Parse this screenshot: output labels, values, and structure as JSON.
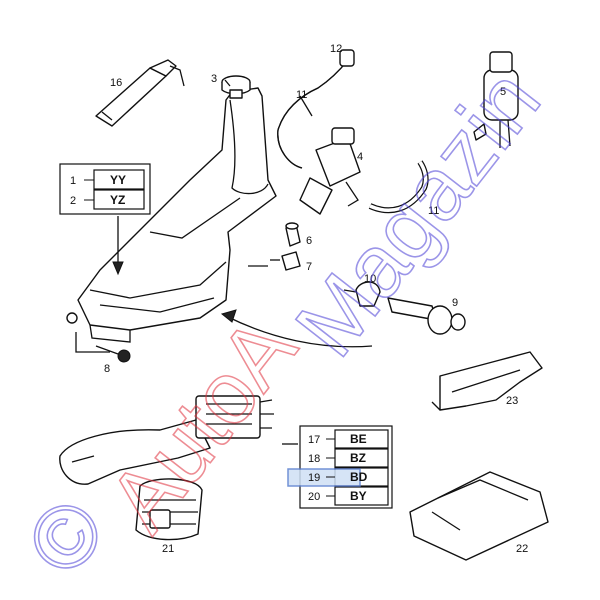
{
  "callouts": {
    "n1": "1",
    "n2": "2",
    "n3": "3",
    "n4": "4",
    "n5": "5",
    "n6": "6",
    "n7": "7",
    "n8": "8",
    "n9": "9",
    "n10": "10",
    "n11a": "11",
    "n11b": "11",
    "n12": "12",
    "n16": "16",
    "n17": "17",
    "n18": "18",
    "n19": "19",
    "n20": "20",
    "n21": "21",
    "n22": "22",
    "n23": "23"
  },
  "code_table_top": [
    {
      "num": "1",
      "code": "YY"
    },
    {
      "num": "2",
      "code": "YZ"
    }
  ],
  "code_table_bottom": [
    {
      "num": "17",
      "code": "BE"
    },
    {
      "num": "18",
      "code": "BZ"
    },
    {
      "num": "19",
      "code": "BD",
      "highlighted": true
    },
    {
      "num": "20",
      "code": "BY"
    }
  ],
  "watermark": {
    "copyright": "©",
    "red_text": "AutoA",
    "blue_text": "Magazin",
    "colors": {
      "blue": "#4b3fd6",
      "red": "#e0303c"
    }
  },
  "colors": {
    "highlight_fill": "#cfe0f5",
    "highlight_stroke": "#5a7fd0"
  }
}
